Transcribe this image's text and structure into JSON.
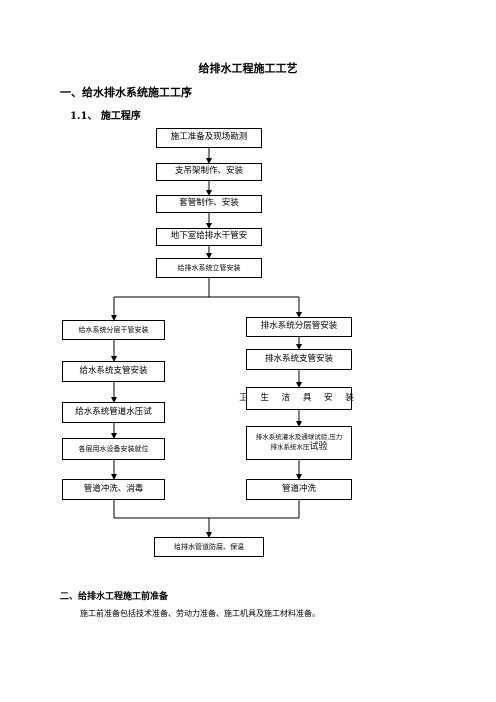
{
  "doc": {
    "title": "给排水工程施工工艺",
    "section1": "一、给水排水系统施工工序",
    "subsection": "1.1、  施工程序",
    "section2": "二、给排水工程施工前准备",
    "para": "施工前准备包括技术准备、劳动力准备、施工机具及施工材料准备。"
  },
  "flow": {
    "main": [
      "施工准备及现场勘测",
      "支吊架制作、安装",
      "套管制作、安装",
      "地下室给排水干管安",
      "给排水系统立管安装"
    ],
    "left": [
      "给水系统分层干管安装",
      "给水系统支管安装",
      "给水系统管道水压试",
      "各层用水设备安装就位",
      "管道冲洗、消毒"
    ],
    "right": [
      "排水系统分层管安装",
      "排水系统支管安装",
      "卫 生 洁 具 安 装"
    ],
    "right_test_line1": "排水系统灌水及通球试验,压力",
    "right_test_line2a": "排水系统水压",
    "right_test_line2b": "试验",
    "right_flush": "管道冲洗",
    "final": "给排水管道防腐、保温"
  }
}
